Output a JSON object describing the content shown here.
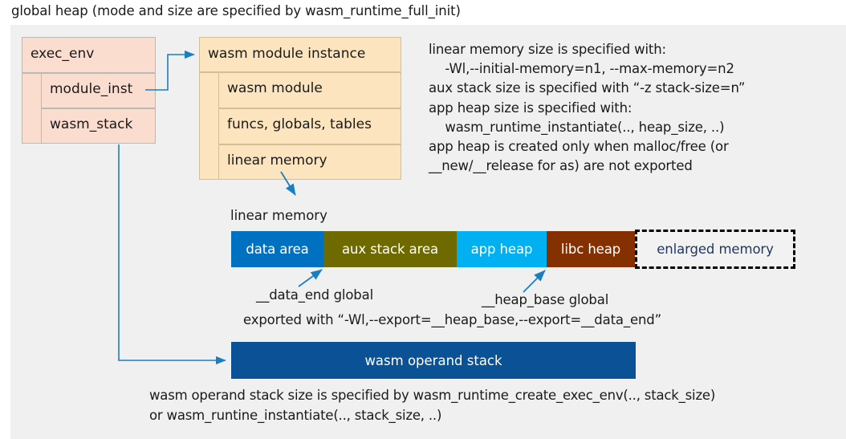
{
  "title": "global heap (mode and size are specified by wasm_runtime_full_init)",
  "exec_env": {
    "header": "exec_env",
    "rows": [
      {
        "label": "module_inst"
      },
      {
        "label": "wasm_stack"
      }
    ]
  },
  "module_instance": {
    "header": "wasm module instance",
    "rows": [
      {
        "label": "wasm module"
      },
      {
        "label": "funcs, globals, tables"
      },
      {
        "label": "linear memory"
      }
    ]
  },
  "notes": {
    "lines": [
      "linear memory size is specified with:",
      "    -Wl,--initial-memory=n1, --max-memory=n2",
      "aux stack size is specified with “-z stack-size=n”",
      "app heap size is specified with:",
      "    wasm_runtime_instantiate(.., heap_size, ..)",
      "app heap is created only when malloc/free (or",
      "__new/__release for as) are not exported"
    ]
  },
  "linear_memory": {
    "caption": "linear memory",
    "segments": [
      {
        "label": "data area",
        "color": "#0070c0",
        "text_color": "#ffffff"
      },
      {
        "label": "aux stack area",
        "color": "#6e6a00",
        "text_color": "#ffffff"
      },
      {
        "label": "app heap",
        "color": "#00b0f0",
        "text_color": "#ffffff"
      },
      {
        "label": "libc heap",
        "color": "#843000",
        "text_color": "#ffffff"
      },
      {
        "label": "enlarged memory",
        "color": "#f2f2f2",
        "text_color": "#1f3864"
      }
    ],
    "annotations": {
      "data_end": "__data_end global",
      "heap_base": "__heap_base global",
      "exported": "exported with “-Wl,--export=__heap_base,--export=__data_end”"
    }
  },
  "operand_stack": {
    "label": "wasm operand stack",
    "note_lines": [
      "wasm operand stack size is specified by wasm_runtime_create_exec_env(.., stack_size)",
      "or wasm_runtine_instantiate(.., stack_size, ..)"
    ]
  },
  "colors": {
    "panel_bg": "#f0f0f0",
    "exec_env_fill": "#fbddcf",
    "module_fill": "#fce5be",
    "arrow": "#1a7fc1",
    "operand_stack_fill": "#0a5295"
  }
}
